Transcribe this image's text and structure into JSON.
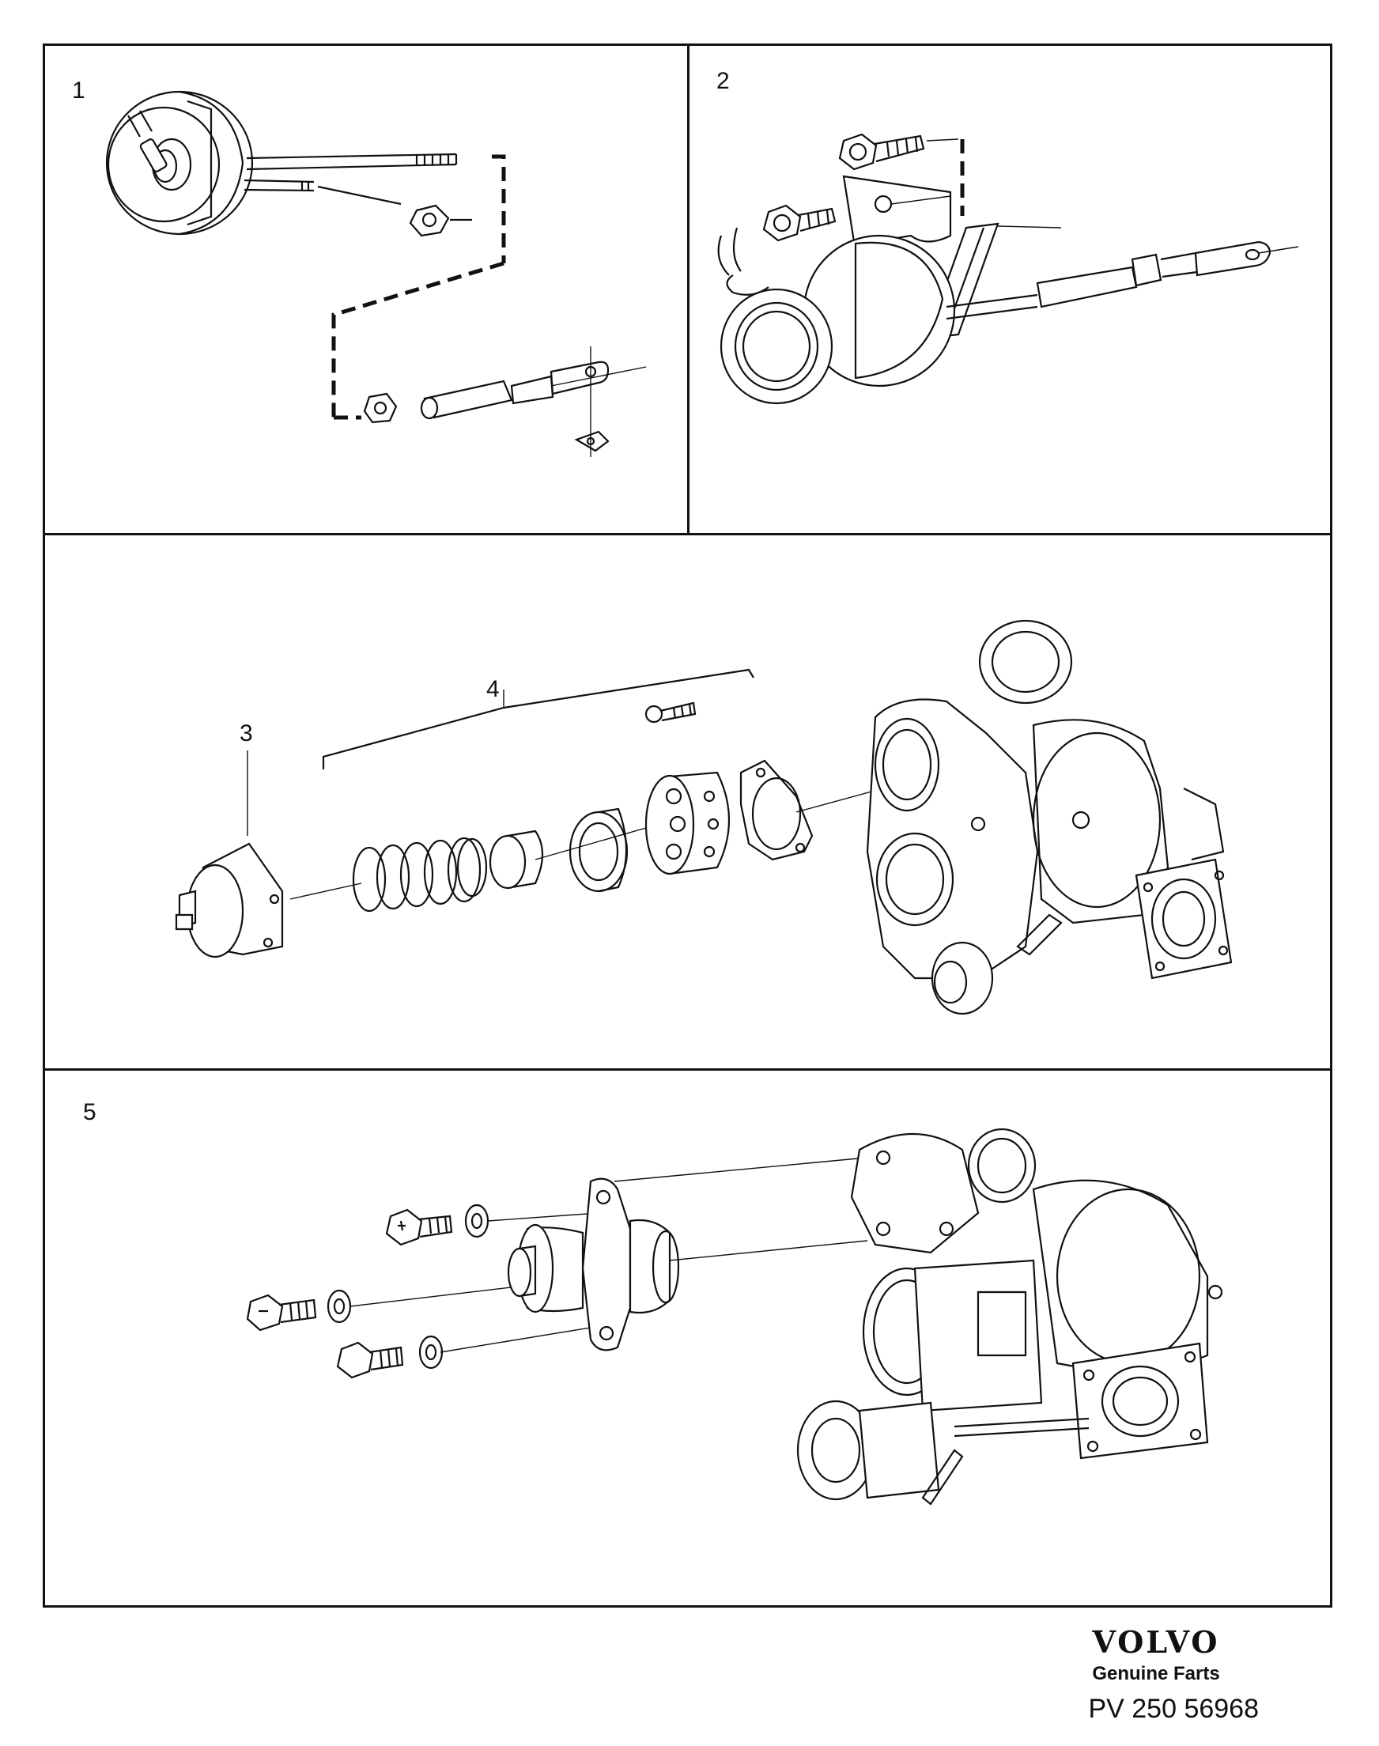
{
  "panels": [
    {
      "id": "1",
      "label": "1"
    },
    {
      "id": "2",
      "label": "2"
    },
    {
      "id": "3",
      "label": ""
    },
    {
      "id": "4",
      "label": "5"
    }
  ],
  "callouts": {
    "part_3": "3",
    "part_4": "4"
  },
  "footer": {
    "brand": "VOLVO",
    "tagline": "Genuine Farts",
    "code": "PV 250 56968"
  }
}
